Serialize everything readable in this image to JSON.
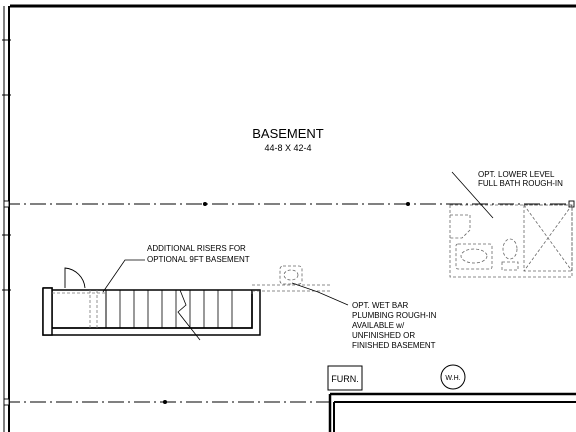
{
  "room": {
    "name": "BASEMENT",
    "dimensions": "44-8 X 42-4"
  },
  "notes": {
    "bath_line1": "OPT. LOWER LEVEL",
    "bath_line2": "FULL BATH ROUGH-IN",
    "risers_line1": "ADDITIONAL RISERS FOR",
    "risers_line2": "OPTIONAL 9FT BASEMENT",
    "wetbar_line1": "OPT. WET BAR",
    "wetbar_line2": "PLUMBING ROUGH-IN",
    "wetbar_line3": "AVAILABLE w/",
    "wetbar_line4": "UNFINISHED OR",
    "wetbar_line5": "FINISHED BASEMENT"
  },
  "equipment": {
    "furnace": "FURN.",
    "water_heater": "W.H."
  }
}
